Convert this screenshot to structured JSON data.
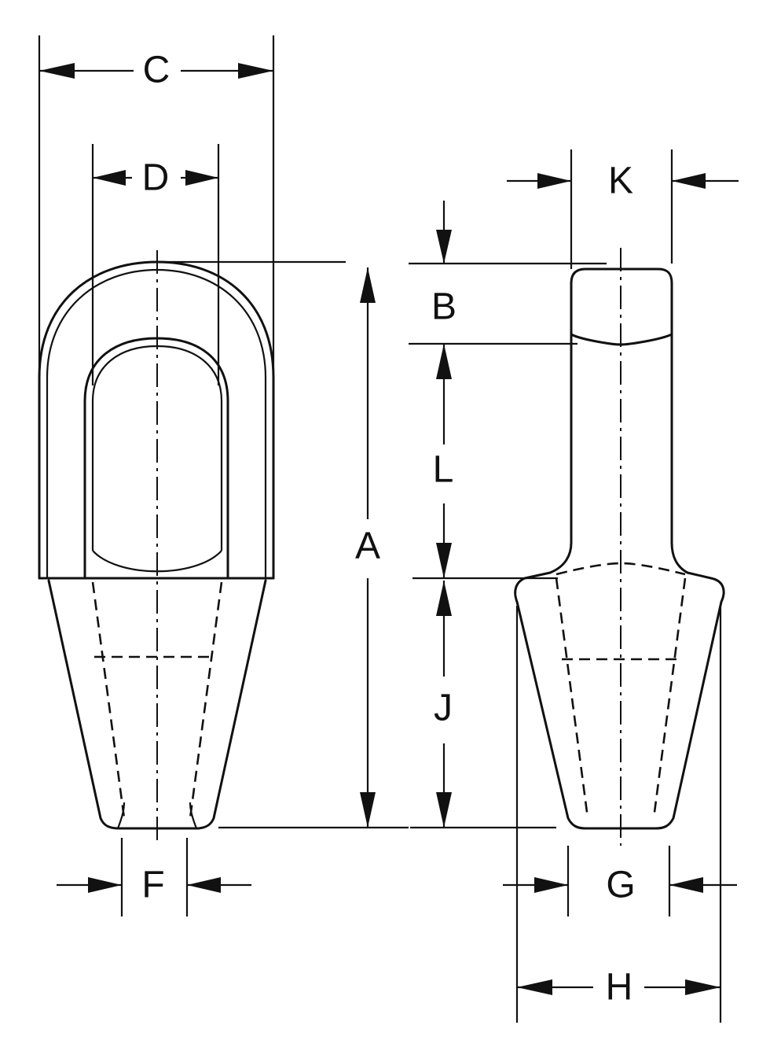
{
  "labels": {
    "A": "A",
    "B": "B",
    "C": "C",
    "D": "D",
    "F": "F",
    "G": "G",
    "H": "H",
    "J": "J",
    "K": "K",
    "L": "L"
  }
}
